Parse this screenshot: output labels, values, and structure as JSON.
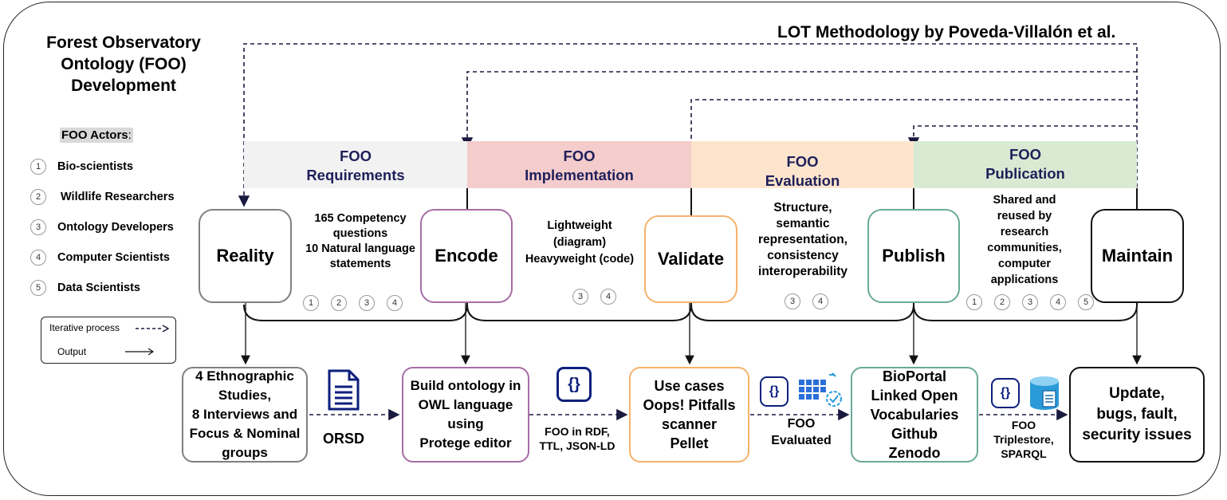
{
  "title": "Forest Observatory Ontology (FOO) Development",
  "methodology": "LOT Methodology by Poveda-Villalón et al.",
  "actors": {
    "heading": "FOO Actors",
    "heading_suffix": ":",
    "items": [
      {
        "num": "1",
        "label": "Bio-scientists"
      },
      {
        "num": "2",
        "label": "Wildlife Researchers"
      },
      {
        "num": "3",
        "label": "Ontology Developers"
      },
      {
        "num": "4",
        "label": "Computer Scientists"
      },
      {
        "num": "5",
        "label": "Data Scientists"
      }
    ]
  },
  "legend": {
    "iterative": "Iterative process",
    "output": "Output"
  },
  "phases": [
    {
      "line1": "FOO",
      "line2": "Requirements",
      "color": "#f2f2f2"
    },
    {
      "line1": "FOO",
      "line2": "Implementation",
      "color": "#f4cccc"
    },
    {
      "line1": "FOO",
      "line2": "Evaluation",
      "color": "#fde5cd"
    },
    {
      "line1": "FOO",
      "line2": "Publication",
      "color": "#d9ead3"
    }
  ],
  "nodes": [
    {
      "label": "Reality",
      "border": "#7f7f7f"
    },
    {
      "label": "Encode",
      "border": "#a66da6"
    },
    {
      "label": "Validate",
      "border": "#f6b26b"
    },
    {
      "label": "Publish",
      "border": "#6aaa9a"
    },
    {
      "label": "Maintain",
      "border": "#111111"
    }
  ],
  "descriptions": {
    "requirements": [
      "165  Competency",
      "questions",
      "10  Natural language",
      "statements"
    ],
    "implementation": [
      "Lightweight",
      "(diagram)",
      "Heavyweight (code)"
    ],
    "evaluation": [
      "Structure,",
      "semantic",
      "representation,",
      "consistency",
      "interoperability"
    ],
    "publication": [
      "Shared and",
      "reused by",
      "research",
      "communities,",
      "computer",
      "applications"
    ]
  },
  "actor_refs": {
    "requirements": [
      "1",
      "2",
      "3",
      "4"
    ],
    "implementation": [
      "3",
      "4"
    ],
    "evaluation": [
      "3",
      "4"
    ],
    "publication": [
      "1",
      "2",
      "3",
      "4",
      "5"
    ]
  },
  "outputs": [
    {
      "lines": [
        "4 Ethnographic",
        "Studies,",
        "8 Interviews and",
        "Focus & Nominal",
        "groups"
      ],
      "border": "#7f7f7f"
    },
    {
      "lines": [
        "Build ontology in",
        "OWL language",
        "using",
        "Protege editor"
      ],
      "border": "#a66da6"
    },
    {
      "lines": [
        "Use cases",
        "Oops! Pitfalls",
        "scanner",
        "Pellet"
      ],
      "border": "#f6b26b"
    },
    {
      "lines": [
        "BioPortal",
        "Linked Open",
        "Vocabularies",
        "Github",
        "Zenodo"
      ],
      "border": "#6aaa9a"
    },
    {
      "lines": [
        "Update,",
        "bugs, fault,",
        "security issues"
      ],
      "border": "#111111"
    }
  ],
  "artifacts": {
    "orsd": "ORSD",
    "rdf": [
      "FOO in RDF,",
      "TTL, JSON-LD"
    ],
    "evaluated": [
      "FOO",
      "Evaluated"
    ],
    "triplestore": [
      "FOO",
      "Triplestore,",
      "SPARQL"
    ]
  },
  "icons": {
    "document": "document-icon",
    "code": "code-braces-icon",
    "grid": "grid-check-icon",
    "database": "database-icon"
  },
  "icon_glyph": "{}",
  "colors": {
    "navy": "#0d1f7c",
    "cyan": "#2a9bd8"
  }
}
